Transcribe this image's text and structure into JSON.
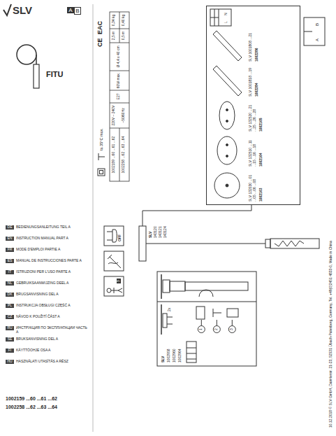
{
  "diagram": {
    "nodes": [
      {
        "text": [
          "SLV 132030 ...01 ...05 ...06 ...08",
          "1002163",
          "SLV 132510 ...11 ...15 ...16 ...18",
          "1002164",
          "SLV 132520 ...21 ...25 ...26 ...28",
          "1002165",
          "SLV 1001818 ...19",
          "1002284",
          "SLV 1001808 ...21",
          "1002286"
        ]
      }
    ],
    "labels": [
      "SLV",
      "A",
      "B",
      "FITU",
      "DE",
      "BEDIENUNGSANLEITUNG TEIL A",
      "EN",
      "INSTRUCTION MANUAL PART A",
      "FR",
      "MODE D'EMPLOI PARTIE A",
      "ES",
      "MANUAL DE INSTRUCCIONES PARTE A",
      "IT",
      "ISTRUZIONI PER L'USO PARTE A",
      "NL",
      "GEBRUIKSAANWIJZING DEEL A",
      "DK",
      "BRUGSANVISNING DEL A",
      "PL",
      "INSTRUKCJA OBSŁUGI CZĘŚĆ A",
      "CZ",
      "NÁVOD K POUŽITÍ ČÁST A",
      "RU",
      "ИНСТРУКЦИЯ ПО ЭКСПЛУАТАЦИИ ЧАСТЬ А",
      "SE",
      "BRUKSANVISNING DEL A",
      "FI",
      "KÄYTTÖOHJE OSA A",
      "HU",
      "HASZNÁLATI UTASÍTÁS A RÉSZ",
      "1002159 ...60 ...61 ...62",
      "1002258 ...62 ...63 ...64",
      "ta 35°C max.",
      "CE",
      "EAC",
      "1002159 ...60 ...61 ...62",
      "1002258 ...62 ...63 ...64",
      "220V – 240V",
      "~50/60Hz",
      "E27",
      "60W max.",
      "Ø 4,4 x 40 cm",
      "2,5 m",
      "0,5 m",
      "0,34 kg",
      "0,40 kg",
      "SLV",
      "1002958",
      "1002960",
      "1002964",
      "1",
      "2",
      "3",
      "2x",
      "SLV",
      "143120",
      "143121",
      "143124",
      "A",
      "B",
      "10.12.2018 © SLV GmbH, Daimlerstr. 21-23, 52531 Übach-Palenberg, Germany, Tel. +49(0)2451 4833-0, Made in China",
      "OFF",
      "B",
      "L",
      "N"
    ]
  }
}
